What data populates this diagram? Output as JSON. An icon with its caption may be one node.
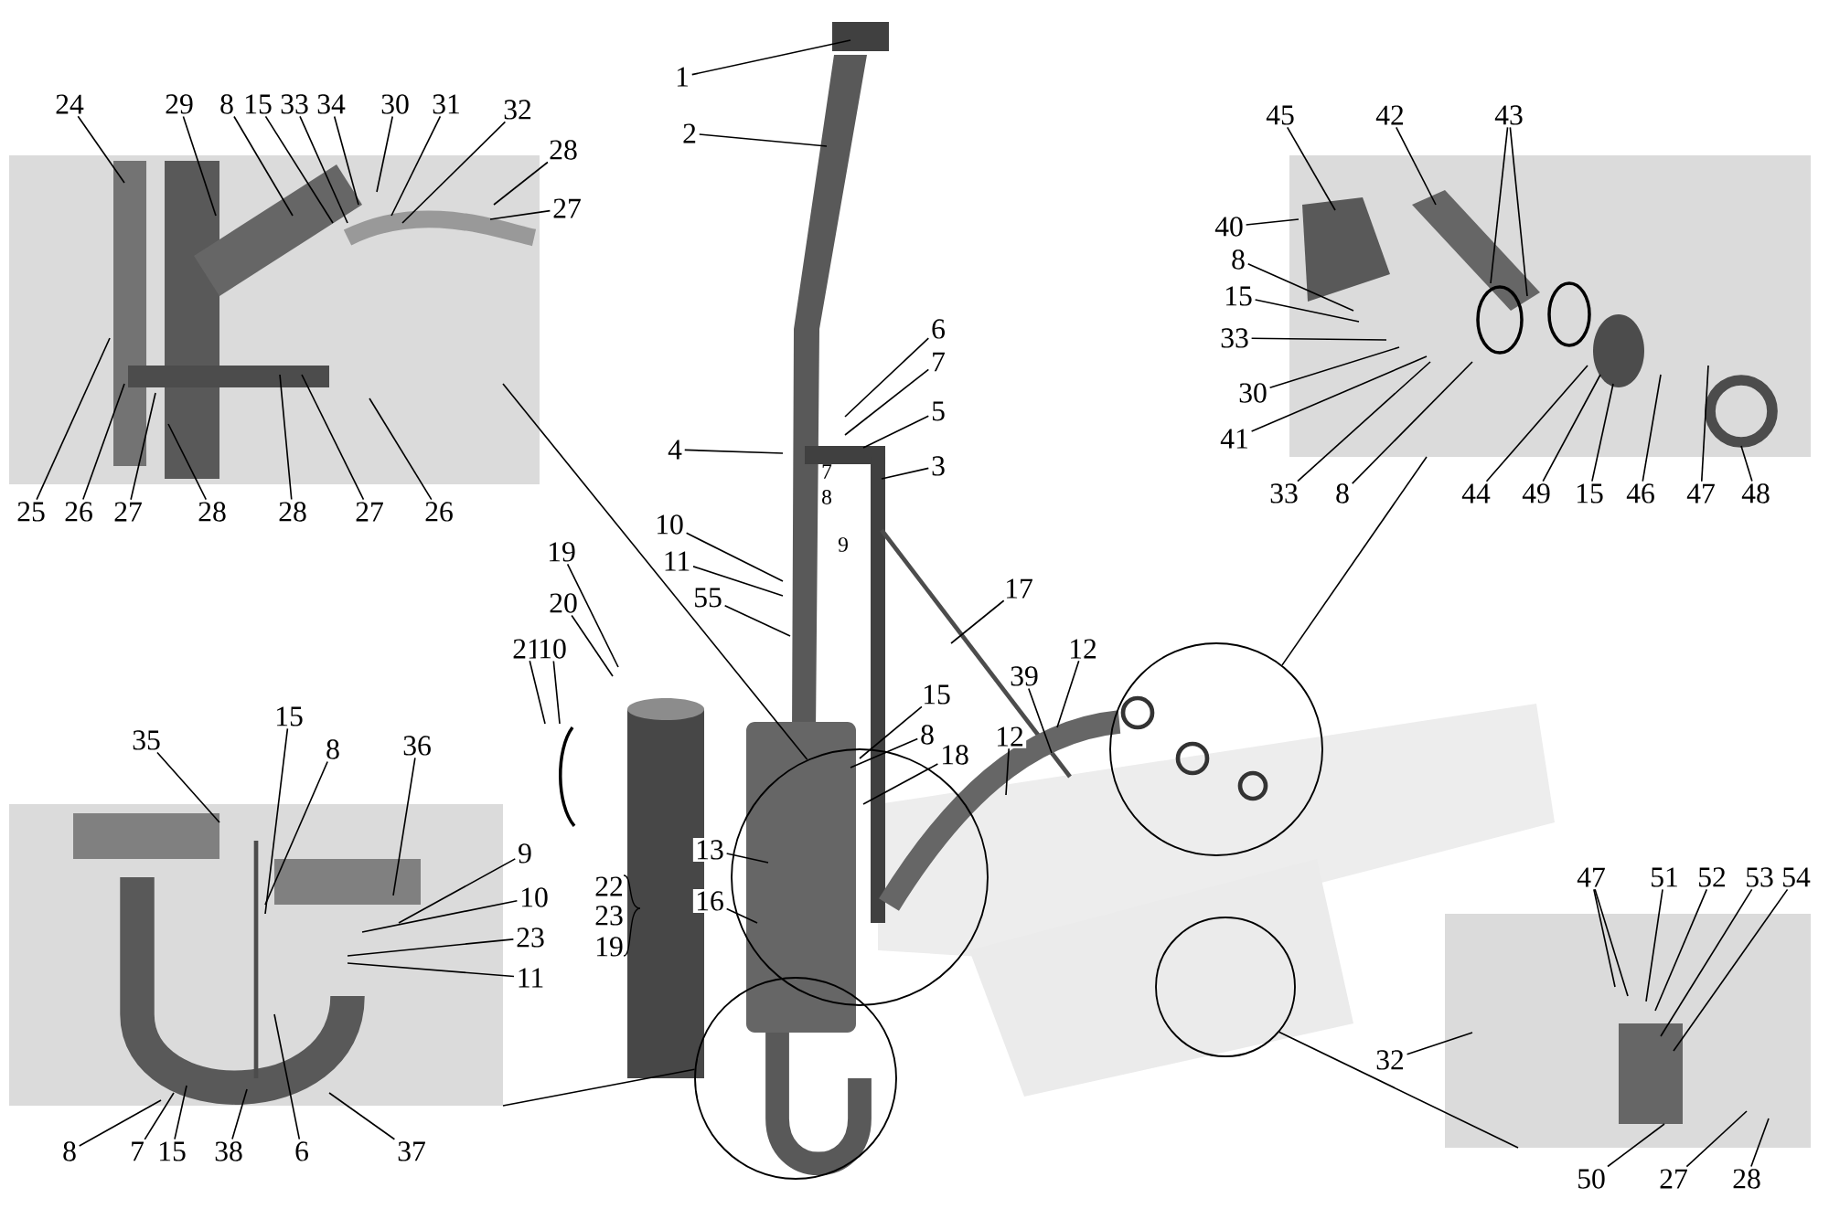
{
  "diagram": {
    "nodes": [
      {
        "text": [
          "24"
        ]
      },
      {
        "text": [
          "29"
        ]
      },
      {
        "text": [
          "8"
        ]
      },
      {
        "text": [
          "15"
        ]
      },
      {
        "text": [
          "33"
        ]
      },
      {
        "text": [
          "34"
        ]
      },
      {
        "text": [
          "30"
        ]
      },
      {
        "text": [
          "31"
        ]
      },
      {
        "text": [
          "32"
        ]
      },
      {
        "text": [
          "28"
        ]
      },
      {
        "text": [
          "27"
        ]
      },
      {
        "text": [
          "25"
        ]
      },
      {
        "text": [
          "26"
        ]
      },
      {
        "text": [
          "27"
        ]
      },
      {
        "text": [
          "28"
        ]
      },
      {
        "text": [
          "28"
        ]
      },
      {
        "text": [
          "27"
        ]
      },
      {
        "text": [
          "26"
        ]
      },
      {
        "text": [
          "1"
        ]
      },
      {
        "text": [
          "2"
        ]
      },
      {
        "text": [
          "6"
        ]
      },
      {
        "text": [
          "7"
        ]
      },
      {
        "text": [
          "5"
        ]
      },
      {
        "text": [
          "4"
        ]
      },
      {
        "text": [
          "3"
        ]
      },
      {
        "text": [
          "10"
        ]
      },
      {
        "text": [
          "11"
        ]
      },
      {
        "text": [
          "55"
        ]
      },
      {
        "text": [
          "19"
        ]
      },
      {
        "text": [
          "20"
        ]
      },
      {
        "text": [
          "21"
        ]
      },
      {
        "text": [
          "10"
        ]
      },
      {
        "text": [
          "17"
        ]
      },
      {
        "text": [
          "12"
        ]
      },
      {
        "text": [
          "39"
        ]
      },
      {
        "text": [
          "15"
        ]
      },
      {
        "text": [
          "8"
        ]
      },
      {
        "text": [
          "18"
        ]
      },
      {
        "text": [
          "12"
        ]
      },
      {
        "text": [
          "13"
        ]
      },
      {
        "text": [
          "16"
        ]
      },
      {
        "text": [
          "35"
        ]
      },
      {
        "text": [
          "15"
        ]
      },
      {
        "text": [
          "8"
        ]
      },
      {
        "text": [
          "36"
        ]
      },
      {
        "text": [
          "9"
        ]
      },
      {
        "text": [
          "10"
        ]
      },
      {
        "text": [
          "23"
        ]
      },
      {
        "text": [
          "11"
        ]
      },
      {
        "text": [
          "8"
        ]
      },
      {
        "text": [
          "7"
        ]
      },
      {
        "text": [
          "15"
        ]
      },
      {
        "text": [
          "38"
        ]
      },
      {
        "text": [
          "6"
        ]
      },
      {
        "text": [
          "37"
        ]
      },
      {
        "text": [
          "45"
        ]
      },
      {
        "text": [
          "42"
        ]
      },
      {
        "text": [
          "43"
        ]
      },
      {
        "text": [
          "40"
        ]
      },
      {
        "text": [
          "8"
        ]
      },
      {
        "text": [
          "15"
        ]
      },
      {
        "text": [
          "33"
        ]
      },
      {
        "text": [
          "30"
        ]
      },
      {
        "text": [
          "41"
        ]
      },
      {
        "text": [
          "33"
        ]
      },
      {
        "text": [
          "8"
        ]
      },
      {
        "text": [
          "44"
        ]
      },
      {
        "text": [
          "49"
        ]
      },
      {
        "text": [
          "15"
        ]
      },
      {
        "text": [
          "46"
        ]
      },
      {
        "text": [
          "47"
        ]
      },
      {
        "text": [
          "48"
        ]
      },
      {
        "text": [
          "32"
        ]
      },
      {
        "text": [
          "47"
        ]
      },
      {
        "text": [
          "51"
        ]
      },
      {
        "text": [
          "52"
        ]
      },
      {
        "text": [
          "53"
        ]
      },
      {
        "text": [
          "54"
        ]
      },
      {
        "text": [
          "50"
        ]
      },
      {
        "text": [
          "27"
        ]
      },
      {
        "text": [
          "28"
        ]
      },
      {
        "text": [],
        "shape": "picture"
      },
      {
        "text": [],
        "shape": "picture"
      },
      {
        "text": [],
        "shape": "picture"
      },
      {
        "text": [],
        "shape": "picture"
      },
      {
        "text": [],
        "shape": "circle"
      },
      {
        "text": [],
        "shape": "circle"
      },
      {
        "text": [],
        "shape": "circle"
      },
      {
        "text": [],
        "shape": "circle"
      }
    ],
    "edges": [
      {
        "from": 0,
        "to": 81,
        "arrow": "none"
      },
      {
        "from": 1,
        "to": 81,
        "arrow": "none"
      },
      {
        "from": 2,
        "to": 81,
        "arrow": "none"
      },
      {
        "from": 3,
        "to": 81,
        "arrow": "none"
      },
      {
        "from": 4,
        "to": 81,
        "arrow": "none"
      },
      {
        "from": 5,
        "to": 81,
        "arrow": "none"
      },
      {
        "from": 6,
        "to": 81,
        "arrow": "none"
      },
      {
        "from": 7,
        "to": 81,
        "arrow": "none"
      },
      {
        "from": 8,
        "to": 81,
        "arrow": "none"
      },
      {
        "from": 9,
        "to": 81,
        "arrow": "none"
      },
      {
        "from": 10,
        "to": 81,
        "arrow": "none"
      },
      {
        "from": 11,
        "to": 81,
        "arrow": "none"
      },
      {
        "from": 12,
        "to": 81,
        "arrow": "none"
      },
      {
        "from": 13,
        "to": 81,
        "arrow": "none"
      },
      {
        "from": 14,
        "to": 81,
        "arrow": "none"
      },
      {
        "from": 15,
        "to": 81,
        "arrow": "none"
      },
      {
        "from": 16,
        "to": 81,
        "arrow": "none"
      },
      {
        "from": 17,
        "to": 81,
        "arrow": "none"
      },
      {
        "from": 18,
        "to": null,
        "arrow": "none"
      },
      {
        "from": 19,
        "to": null,
        "arrow": "none"
      },
      {
        "from": 20,
        "to": null,
        "arrow": "none"
      },
      {
        "from": 21,
        "to": null,
        "arrow": "none"
      },
      {
        "from": 22,
        "to": null,
        "arrow": "none"
      },
      {
        "from": 23,
        "to": null,
        "arrow": "none"
      },
      {
        "from": 24,
        "to": null,
        "arrow": "none"
      },
      {
        "from": 25,
        "to": null,
        "arrow": "none"
      },
      {
        "from": 26,
        "to": null,
        "arrow": "none"
      },
      {
        "from": 27,
        "to": null,
        "arrow": "none"
      },
      {
        "from": 28,
        "to": null,
        "arrow": "none"
      },
      {
        "from": 29,
        "to": null,
        "arrow": "none"
      },
      {
        "from": 30,
        "to": null,
        "arrow": "none"
      },
      {
        "from": 31,
        "to": null,
        "arrow": "none"
      },
      {
        "from": 32,
        "to": null,
        "arrow": "none"
      },
      {
        "from": 33,
        "to": null,
        "arrow": "none"
      },
      {
        "from": 34,
        "to": null,
        "arrow": "none"
      },
      {
        "from": 35,
        "to": 85,
        "arrow": "none"
      },
      {
        "from": 36,
        "to": 85,
        "arrow": "none"
      },
      {
        "from": 37,
        "to": 85,
        "arrow": "none"
      },
      {
        "from": 38,
        "to": null,
        "arrow": "none"
      },
      {
        "from": 39,
        "to": 85,
        "arrow": "none"
      },
      {
        "from": 40,
        "to": 85,
        "arrow": "none"
      },
      {
        "from": 41,
        "to": 83,
        "arrow": "none"
      },
      {
        "from": 42,
        "to": 83,
        "arrow": "none"
      },
      {
        "from": 43,
        "to": 83,
        "arrow": "none"
      },
      {
        "from": 44,
        "to": 83,
        "arrow": "none"
      },
      {
        "from": 45,
        "to": 83,
        "arrow": "none"
      },
      {
        "from": 46,
        "to": 83,
        "arrow": "none"
      },
      {
        "from": 47,
        "to": 83,
        "arrow": "none"
      },
      {
        "from": 48,
        "to": 83,
        "arrow": "none"
      },
      {
        "from": 49,
        "to": 83,
        "arrow": "none"
      },
      {
        "from": 50,
        "to": 83,
        "arrow": "none"
      },
      {
        "from": 51,
        "to": 83,
        "arrow": "none"
      },
      {
        "from": 52,
        "to": 83,
        "arrow": "none"
      },
      {
        "from": 53,
        "to": 83,
        "arrow": "none"
      },
      {
        "from": 54,
        "to": 83,
        "arrow": "none"
      },
      {
        "from": 55,
        "to": 82,
        "arrow": "none"
      },
      {
        "from": 56,
        "to": 82,
        "arrow": "none"
      },
      {
        "from": 57,
        "to": 82,
        "arrow": "none"
      },
      {
        "from": 57,
        "to": 82,
        "arrow": "none"
      },
      {
        "from": 58,
        "to": 82,
        "arrow": "none"
      },
      {
        "from": 59,
        "to": 82,
        "arrow": "none"
      },
      {
        "from": 60,
        "to": 82,
        "arrow": "none"
      },
      {
        "from": 61,
        "to": 82,
        "arrow": "none"
      },
      {
        "from": 62,
        "to": 82,
        "arrow": "none"
      },
      {
        "from": 63,
        "to": 82,
        "arrow": "none"
      },
      {
        "from": 64,
        "to": 82,
        "arrow": "none"
      },
      {
        "from": 65,
        "to": 82,
        "arrow": "none"
      },
      {
        "from": 66,
        "to": 82,
        "arrow": "none"
      },
      {
        "from": 67,
        "to": 82,
        "arrow": "none"
      },
      {
        "from": 68,
        "to": 82,
        "arrow": "none"
      },
      {
        "from": 69,
        "to": 82,
        "arrow": "none"
      },
      {
        "from": 70,
        "to": 82,
        "arrow": "none"
      },
      {
        "from": 71,
        "to": 82,
        "arrow": "none"
      },
      {
        "from": 72,
        "to": 84,
        "arrow": "none"
      },
      {
        "from": 73,
        "to": 84,
        "arrow": "none"
      },
      {
        "from": 73,
        "to": 84,
        "arrow": "none"
      },
      {
        "from": 74,
        "to": 84,
        "arrow": "none"
      },
      {
        "from": 75,
        "to": 84,
        "arrow": "none"
      },
      {
        "from": 76,
        "to": 84,
        "arrow": "none"
      },
      {
        "from": 77,
        "to": 84,
        "arrow": "none"
      },
      {
        "from": 78,
        "to": 84,
        "arrow": "none"
      },
      {
        "from": 79,
        "to": 84,
        "arrow": "none"
      },
      {
        "from": 80,
        "to": 84,
        "arrow": "none"
      },
      {
        "from": 81,
        "to": 85,
        "arrow": "none"
      },
      {
        "from": 82,
        "to": 86,
        "arrow": "none"
      },
      {
        "from": 83,
        "to": 88,
        "arrow": "none"
      },
      {
        "from": 84,
        "to": 87,
        "arrow": "none"
      }
    ],
    "labels": [
      "7",
      "8",
      "9",
      "22",
      "23",
      "19"
    ]
  }
}
